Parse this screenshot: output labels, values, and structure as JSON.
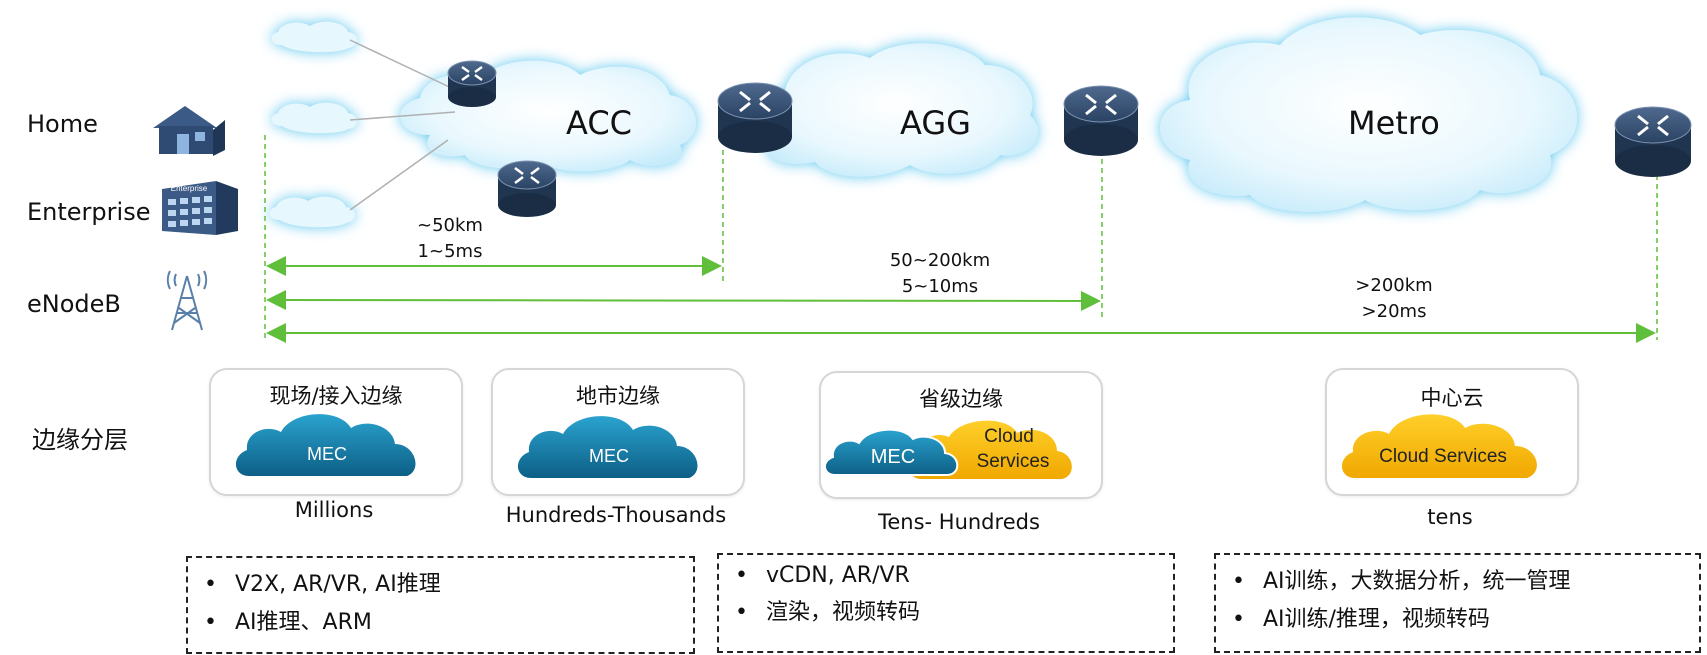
{
  "rows": {
    "home": "Home",
    "enterprise": "Enterprise",
    "enodeb": "eNodeB",
    "edge_layer": "边缘分层"
  },
  "segments": {
    "acc": "ACC",
    "agg": "AGG",
    "metro": "Metro"
  },
  "distances": {
    "acc": {
      "distance": "~50km",
      "latency": "1~5ms"
    },
    "agg": {
      "distance": "50~200km",
      "latency": "5~10ms"
    },
    "metro": {
      "distance": ">200km",
      "latency": ">20ms"
    }
  },
  "building_sign": "Enterprise",
  "tiers": [
    {
      "title": "现场/接入边缘",
      "mec": "MEC",
      "cloud": "",
      "count": "Millions"
    },
    {
      "title": "地市边缘",
      "mec": "MEC",
      "cloud": "",
      "count": "Hundreds-Thousands"
    },
    {
      "title": "省级边缘",
      "mec": "MEC",
      "cloud": "Cloud Services",
      "cloud_line1": "Cloud",
      "cloud_line2": "Services",
      "count": "Tens- Hundreds"
    },
    {
      "title": "中心云",
      "mec": "",
      "cloud": "Cloud Services",
      "count": "tens"
    }
  ],
  "use_cases": [
    {
      "items": [
        "V2X, AR/VR, AI推理",
        "AI推理、ARM"
      ]
    },
    {
      "items": [
        "vCDN, AR/VR",
        "渲染，视频转码"
      ]
    },
    {
      "items": [
        "AI训练，大数据分析，统一管理",
        "AI训练/推理，视频转码"
      ]
    }
  ],
  "colors": {
    "cloud_light": "#d4f0fc",
    "cloud_glow": "#6fcdf0",
    "router": "#1f3550",
    "green_line": "#5fbf3a",
    "mec_blue": "#1478a3",
    "cloud_services_yellow": "#f6b900"
  }
}
